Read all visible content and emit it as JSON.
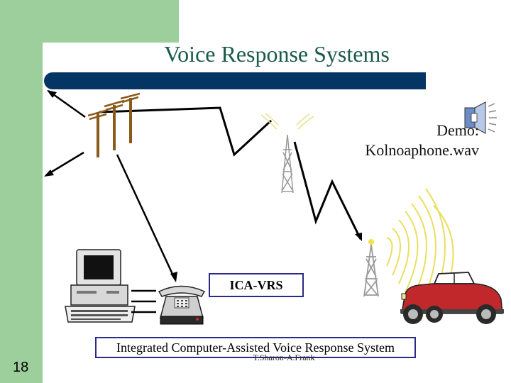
{
  "slide": {
    "title": "Voice Response Systems",
    "demo_label_line1": "Demo:",
    "demo_label_line2": "Kolnoaphone.wav",
    "ica_label": "ICA-VRS",
    "system_label": "Integrated Computer-Assisted Voice Response System",
    "footer_credit": "T.Sharon-A.Frank",
    "slide_number": "18"
  },
  "icons": {
    "speaker": "speaker-icon",
    "utility_poles": "utility-poles-icon",
    "radio_tower": "radio-tower-icon",
    "cell_tower": "cell-tower-icon",
    "computer": "computer-icon",
    "telephone": "telephone-icon",
    "car": "car-icon"
  },
  "colors": {
    "green_band": "#9dcf9d",
    "title_bar": "#053565",
    "title_text": "#1a5a4a",
    "box_border": "#2a2a8a",
    "car_red": "#c0282c"
  }
}
